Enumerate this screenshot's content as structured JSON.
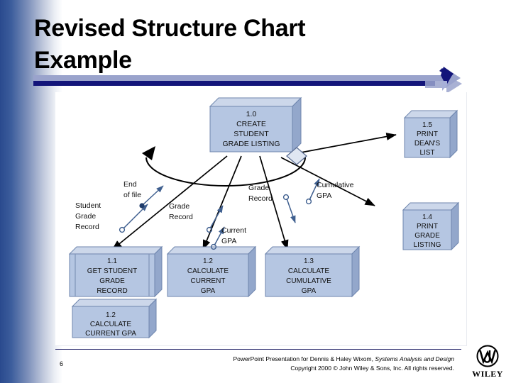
{
  "slide": {
    "title": "Revised Structure Chart\nExample",
    "number": "6"
  },
  "footer": {
    "line1_prefix": "PowerPoint Presentation for Dennis & Haley Wixom, ",
    "line1_italic": "Systems Analysis and Design",
    "line2": "Copyright 2000 © John Wiley & Sons, Inc.  All rights reserved.",
    "logo_word": "WILEY"
  },
  "colors": {
    "band_blue": "#2a4a8e",
    "rule_light": "#9aa3cc",
    "rule_dark": "#13157a",
    "box_front": "#b5c6e2",
    "box_top": "#ccd7ea",
    "box_side": "#93a7cb",
    "box_edge": "#6f86ae",
    "line": "#000000",
    "couple": "#3f5f8f"
  },
  "chart_data": {
    "type": "diagram",
    "title": "Revised Structure Chart Example",
    "notation": "structure chart",
    "modules": [
      {
        "id": "1.0",
        "name": "CREATE STUDENT GRADE LISTING",
        "lines": [
          "1.0",
          "CREATE",
          "STUDENT",
          "GRADE LISTING"
        ],
        "role": "control-module"
      },
      {
        "id": "1.1",
        "name": "GET STUDENT GRADE RECORD",
        "lines": [
          "1.1",
          "GET STUDENT",
          "GRADE",
          "RECORD"
        ],
        "role": "library-module"
      },
      {
        "id": "1.2",
        "name": "CALCULATE CURRENT GPA",
        "lines": [
          "1.2",
          "CALCULATE",
          "CURRENT",
          "GPA"
        ],
        "role": "module"
      },
      {
        "id": "1.3",
        "name": "CALCULATE CUMULATIVE GPA",
        "lines": [
          "1.3",
          "CALCULATE",
          "CUMULATIVE",
          "GPA"
        ],
        "role": "module"
      },
      {
        "id": "1.4",
        "name": "PRINT GRADE LISTING",
        "lines": [
          "1.4",
          "PRINT",
          "GRADE",
          "LISTING"
        ],
        "role": "module"
      },
      {
        "id": "1.5",
        "name": "PRINT DEAN'S LIST",
        "lines": [
          "1.5",
          "PRINT",
          "DEAN'S",
          "LIST"
        ],
        "role": "module"
      },
      {
        "id": "1.2-dup",
        "name": "CALCULATE CURRENT GPA",
        "lines": [
          "1.2",
          "CALCULATE",
          "CURRENT GPA"
        ],
        "role": "duplicate-module"
      }
    ],
    "couples": [
      {
        "label": "Student\nGrade\nRecord",
        "lines": [
          "Student",
          "Grade",
          "Record"
        ],
        "kind": "data-couple"
      },
      {
        "label": "End of file",
        "lines": [
          "End",
          "of file"
        ],
        "kind": "control-flag"
      },
      {
        "label": "Grade Record",
        "lines": [
          "Grade",
          "Record"
        ],
        "kind": "data-couple"
      },
      {
        "label": "Current GPA",
        "lines": [
          "Current",
          "GPA"
        ],
        "kind": "data-couple"
      },
      {
        "label": "Grade Record",
        "lines": [
          "Grade",
          "Record"
        ],
        "kind": "data-couple"
      },
      {
        "label": "Cumulative GPA",
        "lines": [
          "Cumulative",
          "GPA"
        ],
        "kind": "data-couple"
      }
    ],
    "symbols": [
      {
        "kind": "loop",
        "description": "iteration arc beneath module 1.0"
      },
      {
        "kind": "selection-diamond",
        "description": "conditional call diamond on module 1.0"
      }
    ],
    "connections": [
      {
        "from": "1.0",
        "to": "1.1"
      },
      {
        "from": "1.0",
        "to": "1.2"
      },
      {
        "from": "1.0",
        "to": "1.3"
      },
      {
        "from": "1.0",
        "to": "1.4"
      },
      {
        "from": "1.0",
        "to": "1.5"
      }
    ]
  }
}
